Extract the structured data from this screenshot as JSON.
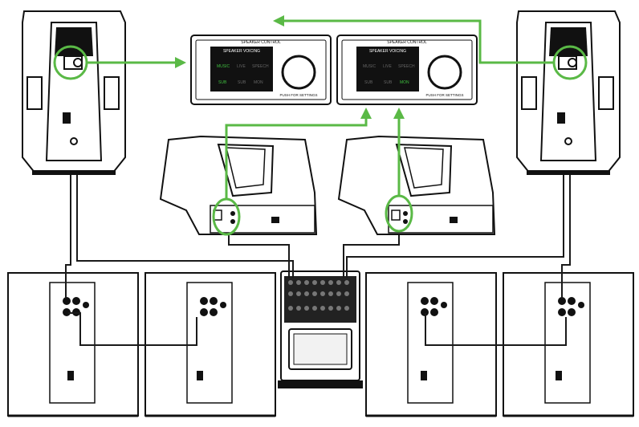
{
  "colors": {
    "accent_green": "#5ab946",
    "screen_green": "#3fbf3f",
    "outline": "#111111",
    "cable": "#1a1a1a"
  },
  "panels": [
    {
      "id": "left",
      "title": "SPEAKER CONTROL",
      "screen_title": "SPEAKER VOICING",
      "options": [
        "MUSIC",
        "LIVE",
        "SPEECH",
        "SUB",
        "SUB",
        "MON"
      ],
      "active": [
        "MUSIC",
        "SUB"
      ],
      "knob_caption": "PUSH FOR SETTINGS"
    },
    {
      "id": "right",
      "title": "SPEAKER CONTROL",
      "screen_title": "SPEAKER VOICING",
      "options": [
        "MUSIC",
        "LIVE",
        "SPEECH",
        "SUB",
        "SUB",
        "MON"
      ],
      "active": [
        "MON"
      ],
      "knob_caption": "PUSH FOR SETTINGS"
    }
  ],
  "icons": {
    "main_speaker": "pa-speaker-icon",
    "monitor": "stage-monitor-icon",
    "subwoofer": "subwoofer-icon",
    "mixer": "digital-mixer-icon"
  }
}
